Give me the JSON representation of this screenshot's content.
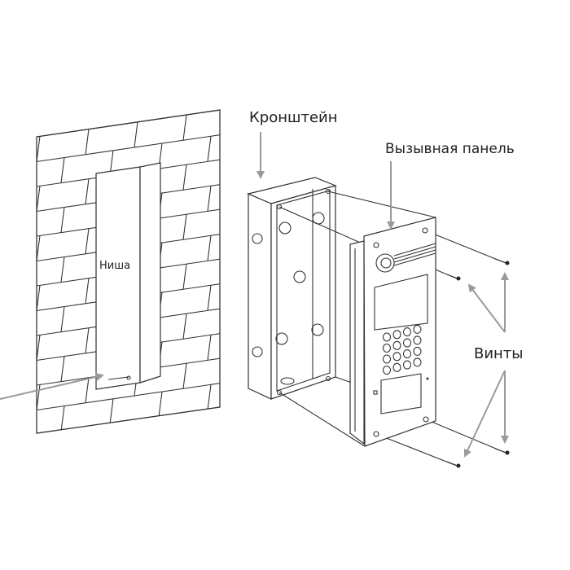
{
  "labels": {
    "bracket": "Кронштейн",
    "call_panel": "Вызывная панель",
    "niche": "Ниша",
    "screws": "Винты"
  },
  "colors": {
    "line": "#333333",
    "arrow": "#9a9a9a",
    "background": "#ffffff"
  }
}
